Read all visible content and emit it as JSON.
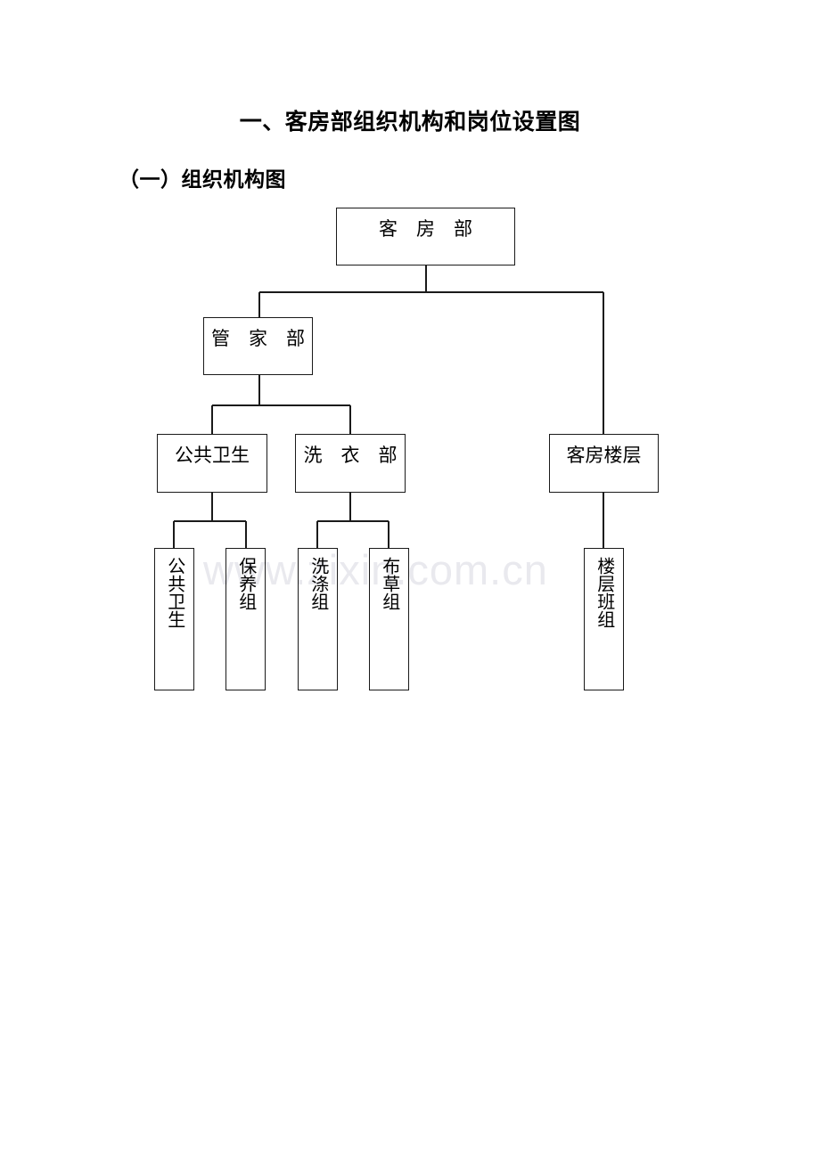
{
  "document": {
    "title": "一、客房部组织机构和岗位设置图",
    "subtitle": "（一）组织机构图",
    "watermark": "www.zixin.com.cn"
  },
  "org_chart": {
    "type": "diagram",
    "orientation": "top-down",
    "nodes": {
      "root": {
        "label": "客　房　部",
        "plain": "客房部"
      },
      "housekeeping": {
        "label": "管　家　部",
        "plain": "管家部"
      },
      "public_area": {
        "label": "公共卫生",
        "plain": "公共卫生"
      },
      "laundry": {
        "label": "洗　衣　部",
        "plain": "洗衣部"
      },
      "guest_floor": {
        "label": "客房楼层",
        "plain": "客房楼层"
      },
      "public_area_group": {
        "label": "公共卫生",
        "plain": "公共卫生"
      },
      "maintenance_group": {
        "label": "保养组",
        "plain": "保养组"
      },
      "washing_group": {
        "label": "洗涤组",
        "plain": "洗涤组"
      },
      "linen_group": {
        "label": "布草组",
        "plain": "布草组"
      },
      "floor_team": {
        "label": "楼层班组",
        "plain": "楼层班组"
      }
    },
    "edges": [
      {
        "from": "root",
        "to": "housekeeping"
      },
      {
        "from": "root",
        "to": "guest_floor"
      },
      {
        "from": "housekeeping",
        "to": "public_area"
      },
      {
        "from": "housekeeping",
        "to": "laundry"
      },
      {
        "from": "public_area",
        "to": "public_area_group"
      },
      {
        "from": "public_area",
        "to": "maintenance_group"
      },
      {
        "from": "laundry",
        "to": "washing_group"
      },
      {
        "from": "laundry",
        "to": "linen_group"
      },
      {
        "from": "guest_floor",
        "to": "floor_team"
      }
    ],
    "colors": {
      "border": "#1a1a1a",
      "connector": "#1a1a1a",
      "background": "#ffffff",
      "watermark": "#e9e9ee"
    }
  }
}
